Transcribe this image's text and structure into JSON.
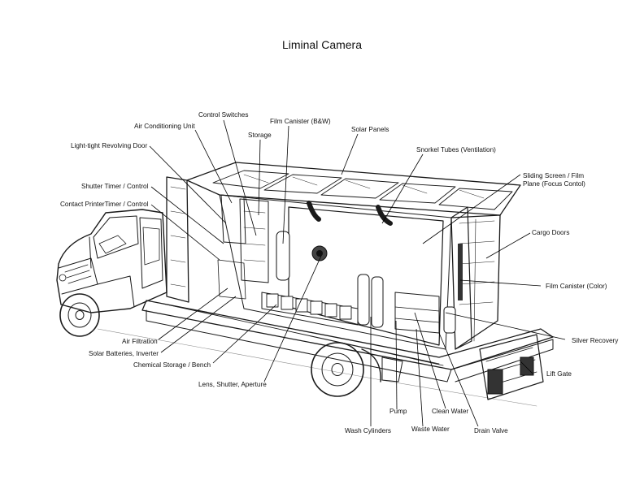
{
  "title": "Liminal Camera",
  "labels": {
    "control_switches": "Control Switches",
    "air_conditioning_unit": "Air Conditioning Unit",
    "film_canister_bw": "Film Canister (B&W)",
    "storage": "Storage",
    "solar_panels": "Solar Panels",
    "light_tight_door": "Light-tight Revolving Door",
    "snorkel_tubes": "Snorkel Tubes (Ventilation)",
    "sliding_screen_1": "Sliding Screen / Film",
    "sliding_screen_2": "Plane (Focus Contol)",
    "shutter_timer": "Shutter Timer / Control",
    "contact_printer": "Contact PrinterTimer / Control",
    "cargo_doors": "Cargo Doors",
    "film_canister_color": "Film Canister (Color)",
    "air_filtration": "Air Filtration",
    "silver_recovery": "Silver Recovery",
    "solar_batteries": "Solar Batteries, Inverter",
    "chemical_storage": "Chemical Storage / Bench",
    "lift_gate": "Lift Gate",
    "lens_shutter": "Lens, Shutter, Aperture",
    "pump": "Pump",
    "clean_water": "Clean Water",
    "wash_cylinders": "Wash Cylinders",
    "waste_water": "Waste Water",
    "drain_valve": "Drain Valve"
  }
}
